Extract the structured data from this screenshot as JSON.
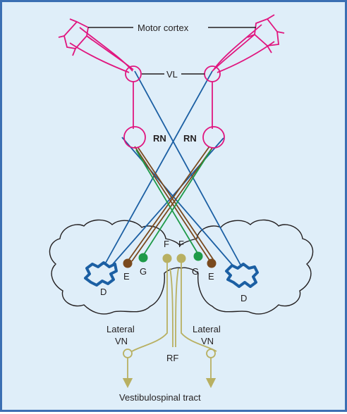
{
  "labels": {
    "motor_cortex": "Motor cortex",
    "vl": "VL",
    "rn_left": "RN",
    "rn_right": "RN",
    "d_left": "D",
    "e_left": "E",
    "g_left": "G",
    "f_left": "F",
    "f_right": "F",
    "g_right": "G",
    "e_right": "E",
    "d_right": "D",
    "lateral_left": "Lateral",
    "vn_left": "VN",
    "lateral_right": "Lateral",
    "vn_right": "VN",
    "rf": "RF",
    "tract": "Vestibulospinal tract"
  },
  "colors": {
    "frame": "#3b6fb3",
    "background": "#dfeef9",
    "cortex": "#e0167f",
    "dentate": "#1b5fa3",
    "emboliform": "#7a4a1e",
    "globose": "#1e9a48",
    "fastigial": "#b8b062",
    "outline": "#231f20"
  }
}
